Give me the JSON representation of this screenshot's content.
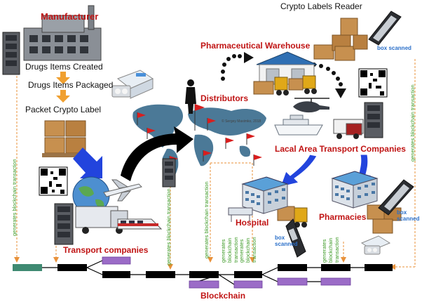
{
  "labels": {
    "manufacturer": "Manufacturer",
    "drugs_created": "Drugs Items Created",
    "drugs_packaged": "Drugs Items Packaged",
    "packet_label": "Packet Crypto Label",
    "pharma_warehouse": "Pharmaceutical Warehouse",
    "crypto_reader": "Crypto Labels Reader",
    "distributors": "Distributors",
    "local_transport": "Lacal Area Transport Companies",
    "transport_companies": "Transport companies",
    "hospital": "Hospital",
    "pharmacies": "Pharmacies",
    "blockchain": "Blockchain",
    "box_scanned": "box scanned",
    "box_scanned_stack": "box\nscanned",
    "copyright": "© Sergey Maximko, 2018"
  },
  "transactions": {
    "generates_long": "generates blockchain transaction",
    "generates_stack": "generates\nblockchain\ntransaction"
  },
  "colors": {
    "label_red": "#c01414",
    "transaction_green": "#3d9a26",
    "blue_text": "#2a6fc9",
    "dashed_orange": "#e8913a",
    "block_black": "#000000",
    "block_purple": "#9b6cc7",
    "genesis_teal": "#3f8a72",
    "arrow_blue": "#2244dd",
    "arrow_orange": "#f0a030"
  },
  "icons": [
    "server-rack-icon",
    "factory-icon",
    "pill-box-icon",
    "cardboard-boxes-icon",
    "qr-code-icon",
    "globe-icon",
    "truck-icon",
    "train-icon",
    "airplane-icon",
    "world-map-icon",
    "warehouse-icon",
    "forklift-icon",
    "helicopter-icon",
    "ship-icon",
    "person-icon",
    "red-flag-icon",
    "building-icon",
    "barcode-scanner-icon"
  ]
}
